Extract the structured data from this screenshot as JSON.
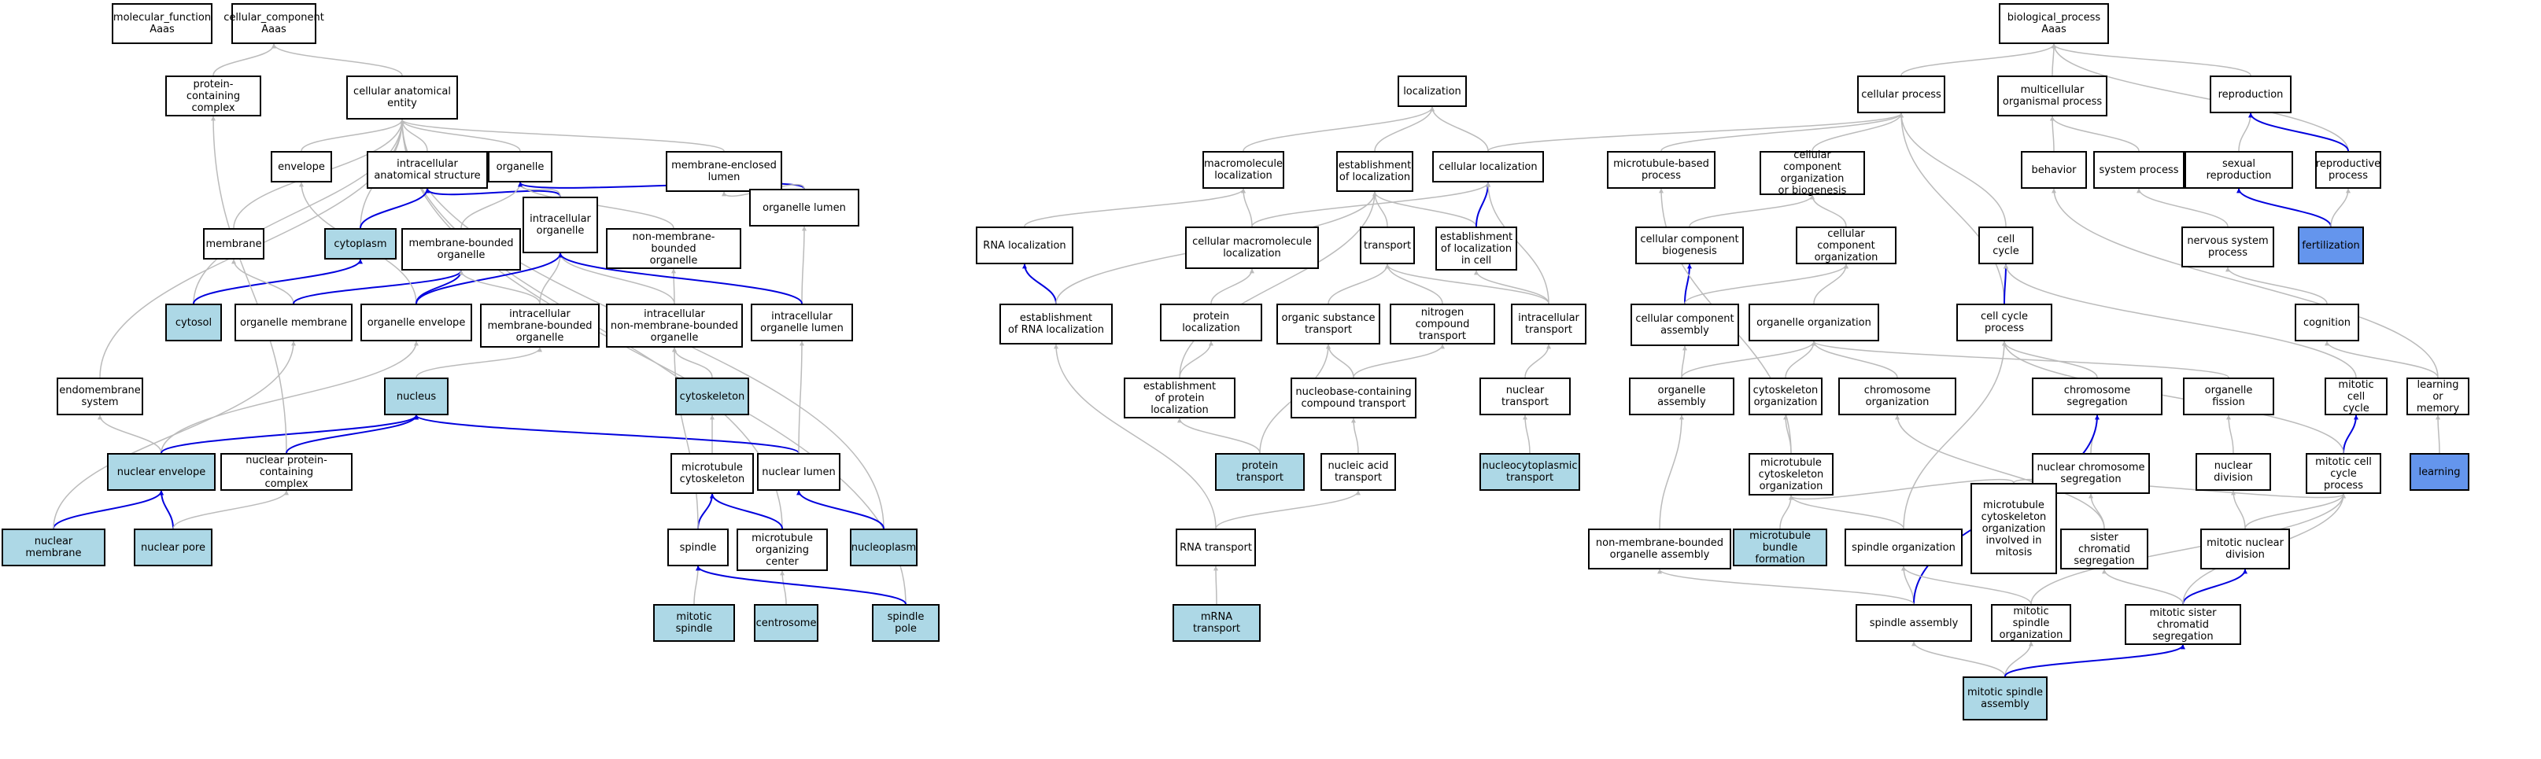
{
  "colors": {
    "node_fill": "#ffffff",
    "highlight_fill": "#add8e6",
    "strong_highlight_fill": "#6495ed",
    "edge_gray": "#bbbbbb",
    "edge_blue": "#0000dd"
  },
  "nodes": [
    {
      "id": "mf",
      "label": "molecular_function\nAaas",
      "style": "plain"
    },
    {
      "id": "cc",
      "label": "cellular_component\nAaas",
      "style": "plain"
    },
    {
      "id": "pcc",
      "label": "protein-containing\ncomplex",
      "style": "plain"
    },
    {
      "id": "cae",
      "label": "cellular anatomical\nentity",
      "style": "plain"
    },
    {
      "id": "envelope",
      "label": "envelope",
      "style": "plain"
    },
    {
      "id": "ias",
      "label": "intracellular\nanatomical structure",
      "style": "plain"
    },
    {
      "id": "organelle",
      "label": "organelle",
      "style": "plain"
    },
    {
      "id": "mel",
      "label": "membrane-enclosed\nlumen",
      "style": "plain"
    },
    {
      "id": "membrane",
      "label": "membrane",
      "style": "plain"
    },
    {
      "id": "cytoplasm",
      "label": "cytoplasm",
      "style": "hl"
    },
    {
      "id": "mbo",
      "label": "membrane-bounded\norganelle",
      "style": "plain"
    },
    {
      "id": "io",
      "label": "intracellular\norganelle",
      "style": "plain"
    },
    {
      "id": "nmbo",
      "label": "non-membrane-bounded\norganelle",
      "style": "plain"
    },
    {
      "id": "ol",
      "label": "organelle lumen",
      "style": "plain"
    },
    {
      "id": "cytosol",
      "label": "cytosol",
      "style": "hl"
    },
    {
      "id": "om",
      "label": "organelle membrane",
      "style": "plain"
    },
    {
      "id": "oe",
      "label": "organelle envelope",
      "style": "plain"
    },
    {
      "id": "imbo",
      "label": "intracellular\nmembrane-bounded\norganelle",
      "style": "plain"
    },
    {
      "id": "inmbo",
      "label": "intracellular\nnon-membrane-bounded\norganelle",
      "style": "plain"
    },
    {
      "id": "iol",
      "label": "intracellular\norganelle lumen",
      "style": "plain"
    },
    {
      "id": "ems",
      "label": "endomembrane\nsystem",
      "style": "plain"
    },
    {
      "id": "nucleus",
      "label": "nucleus",
      "style": "hl"
    },
    {
      "id": "cytoskeleton",
      "label": "cytoskeleton",
      "style": "hl"
    },
    {
      "id": "ne",
      "label": "nuclear envelope",
      "style": "hl"
    },
    {
      "id": "npcc",
      "label": "nuclear protein-containing\ncomplex",
      "style": "plain"
    },
    {
      "id": "mtcs",
      "label": "microtubule\ncytoskeleton",
      "style": "plain"
    },
    {
      "id": "nl",
      "label": "nuclear lumen",
      "style": "plain"
    },
    {
      "id": "nm",
      "label": "nuclear membrane",
      "style": "hl"
    },
    {
      "id": "np",
      "label": "nuclear pore",
      "style": "hl"
    },
    {
      "id": "spindle",
      "label": "spindle",
      "style": "plain"
    },
    {
      "id": "moc",
      "label": "microtubule\norganizing center",
      "style": "plain"
    },
    {
      "id": "nucleoplasm",
      "label": "nucleoplasm",
      "style": "hl"
    },
    {
      "id": "ms",
      "label": "mitotic spindle",
      "style": "hl"
    },
    {
      "id": "centrosome",
      "label": "centrosome",
      "style": "hl"
    },
    {
      "id": "sp",
      "label": "spindle pole",
      "style": "hl"
    },
    {
      "id": "loc",
      "label": "localization",
      "style": "plain"
    },
    {
      "id": "mloc",
      "label": "macromolecule\nlocalization",
      "style": "plain"
    },
    {
      "id": "eloc",
      "label": "establishment\nof localization",
      "style": "plain"
    },
    {
      "id": "cloc",
      "label": "cellular localization",
      "style": "plain"
    },
    {
      "id": "rnaloc",
      "label": "RNA localization",
      "style": "plain"
    },
    {
      "id": "cmloc",
      "label": "cellular macromolecule\nlocalization",
      "style": "plain"
    },
    {
      "id": "transport",
      "label": "transport",
      "style": "plain"
    },
    {
      "id": "elic",
      "label": "establishment\nof localization\nin cell",
      "style": "plain"
    },
    {
      "id": "erna",
      "label": "establishment\nof RNA localization",
      "style": "plain"
    },
    {
      "id": "ploc",
      "label": "protein localization",
      "style": "plain"
    },
    {
      "id": "ost",
      "label": "organic substance\ntransport",
      "style": "plain"
    },
    {
      "id": "nct",
      "label": "nitrogen compound\ntransport",
      "style": "plain"
    },
    {
      "id": "it",
      "label": "intracellular\ntransport",
      "style": "plain"
    },
    {
      "id": "eploc",
      "label": "establishment\nof protein localization",
      "style": "plain"
    },
    {
      "id": "ncct",
      "label": "nucleobase-containing\ncompound transport",
      "style": "plain"
    },
    {
      "id": "nt",
      "label": "nuclear transport",
      "style": "plain"
    },
    {
      "id": "pt",
      "label": "protein transport",
      "style": "hl"
    },
    {
      "id": "nat",
      "label": "nucleic acid\ntransport",
      "style": "plain"
    },
    {
      "id": "nct2",
      "label": "nucleocytoplasmic\ntransport",
      "style": "hl"
    },
    {
      "id": "rnat",
      "label": "RNA transport",
      "style": "plain"
    },
    {
      "id": "mrnat",
      "label": "mRNA transport",
      "style": "hl"
    },
    {
      "id": "bp",
      "label": "biological_process\nAaas",
      "style": "plain"
    },
    {
      "id": "cp",
      "label": "cellular process",
      "style": "plain"
    },
    {
      "id": "mop",
      "label": "multicellular\norganismal process",
      "style": "plain"
    },
    {
      "id": "repro",
      "label": "reproduction",
      "style": "plain"
    },
    {
      "id": "mbp",
      "label": "microtubule-based\nprocess",
      "style": "plain"
    },
    {
      "id": "ccob",
      "label": "cellular component\norganization\nor biogenesis",
      "style": "plain"
    },
    {
      "id": "behavior",
      "label": "behavior",
      "style": "plain"
    },
    {
      "id": "sysp",
      "label": "system process",
      "style": "plain"
    },
    {
      "id": "sexr",
      "label": "sexual reproduction",
      "style": "plain"
    },
    {
      "id": "rp",
      "label": "reproductive\nprocess",
      "style": "plain"
    },
    {
      "id": "ccb",
      "label": "cellular component\nbiogenesis",
      "style": "plain"
    },
    {
      "id": "cco",
      "label": "cellular component\norganization",
      "style": "plain"
    },
    {
      "id": "cellcycle",
      "label": "cell cycle",
      "style": "plain"
    },
    {
      "id": "nsp",
      "label": "nervous system\nprocess",
      "style": "plain"
    },
    {
      "id": "fert",
      "label": "fertilization",
      "style": "hl2"
    },
    {
      "id": "cca",
      "label": "cellular component\nassembly",
      "style": "plain"
    },
    {
      "id": "oo",
      "label": "organelle organization",
      "style": "plain"
    },
    {
      "id": "ccp",
      "label": "cell cycle process",
      "style": "plain"
    },
    {
      "id": "cognition",
      "label": "cognition",
      "style": "plain"
    },
    {
      "id": "oa",
      "label": "organelle assembly",
      "style": "plain"
    },
    {
      "id": "cso",
      "label": "cytoskeleton\norganization",
      "style": "plain"
    },
    {
      "id": "chro",
      "label": "chromosome organization",
      "style": "plain"
    },
    {
      "id": "chrs",
      "label": "chromosome segregation",
      "style": "plain"
    },
    {
      "id": "of",
      "label": "organelle fission",
      "style": "plain"
    },
    {
      "id": "mcc",
      "label": "mitotic cell\ncycle",
      "style": "plain"
    },
    {
      "id": "lm",
      "label": "learning or\nmemory",
      "style": "plain"
    },
    {
      "id": "mcso",
      "label": "microtubule\ncytoskeleton\norganization",
      "style": "plain"
    },
    {
      "id": "ncs",
      "label": "nuclear chromosome\nsegregation",
      "style": "plain"
    },
    {
      "id": "nd",
      "label": "nuclear division",
      "style": "plain"
    },
    {
      "id": "mccp",
      "label": "mitotic cell\ncycle process",
      "style": "plain"
    },
    {
      "id": "learning",
      "label": "learning",
      "style": "hl2"
    },
    {
      "id": "nmboa",
      "label": "non-membrane-bounded\norganelle assembly",
      "style": "plain"
    },
    {
      "id": "mbf",
      "label": "microtubule\nbundle formation",
      "style": "hl"
    },
    {
      "id": "so",
      "label": "spindle organization",
      "style": "plain"
    },
    {
      "id": "mcsoim",
      "label": "microtubule\ncytoskeleton\norganization\ninvolved in\nmitosis",
      "style": "plain"
    },
    {
      "id": "scs",
      "label": "sister chromatid\nsegregation",
      "style": "plain"
    },
    {
      "id": "mnd",
      "label": "mitotic nuclear\ndivision",
      "style": "plain"
    },
    {
      "id": "sa",
      "label": "spindle assembly",
      "style": "plain"
    },
    {
      "id": "mso",
      "label": "mitotic spindle\norganization",
      "style": "plain"
    },
    {
      "id": "mscs",
      "label": "mitotic sister\nchromatid segregation",
      "style": "plain"
    },
    {
      "id": "msa",
      "label": "mitotic spindle\nassembly",
      "style": "hl"
    }
  ],
  "edges": [
    [
      "pcc",
      "cc",
      "g"
    ],
    [
      "cae",
      "cc",
      "g"
    ],
    [
      "envelope",
      "cae",
      "g"
    ],
    [
      "ias",
      "cae",
      "g"
    ],
    [
      "organelle",
      "cae",
      "g"
    ],
    [
      "mel",
      "cae",
      "g"
    ],
    [
      "membrane",
      "cae",
      "g"
    ],
    [
      "cytoplasm",
      "cae",
      "g"
    ],
    [
      "cytosol",
      "cae",
      "g"
    ],
    [
      "ems",
      "cae",
      "g"
    ],
    [
      "nucleoplasm",
      "cae",
      "g"
    ],
    [
      "sp",
      "cae",
      "g"
    ],
    [
      "moc",
      "cae",
      "g"
    ],
    [
      "cytoplasm",
      "ias",
      "b"
    ],
    [
      "cytosol",
      "cytoplasm",
      "b"
    ],
    [
      "io",
      "ias",
      "b"
    ],
    [
      "mbo",
      "organelle",
      "g"
    ],
    [
      "io",
      "organelle",
      "g"
    ],
    [
      "nmbo",
      "organelle",
      "g"
    ],
    [
      "ol",
      "organelle",
      "b"
    ],
    [
      "ol",
      "mel",
      "g"
    ],
    [
      "om",
      "membrane",
      "g"
    ],
    [
      "om",
      "mbo",
      "b"
    ],
    [
      "oe",
      "envelope",
      "g"
    ],
    [
      "oe",
      "mbo",
      "b"
    ],
    [
      "oe",
      "io",
      "b"
    ],
    [
      "imbo",
      "mbo",
      "g"
    ],
    [
      "imbo",
      "io",
      "g"
    ],
    [
      "inmbo",
      "io",
      "g"
    ],
    [
      "inmbo",
      "nmbo",
      "g"
    ],
    [
      "iol",
      "ol",
      "g"
    ],
    [
      "iol",
      "io",
      "b"
    ],
    [
      "ne",
      "ems",
      "g"
    ],
    [
      "ne",
      "oe",
      "g"
    ],
    [
      "ne",
      "nucleus",
      "b"
    ],
    [
      "nm",
      "ne",
      "b"
    ],
    [
      "nm",
      "om",
      "g"
    ],
    [
      "np",
      "ne",
      "b"
    ],
    [
      "np",
      "npcc",
      "g"
    ],
    [
      "npcc",
      "pcc",
      "g"
    ],
    [
      "npcc",
      "nucleus",
      "b"
    ],
    [
      "nucleus",
      "imbo",
      "g"
    ],
    [
      "cytoskeleton",
      "inmbo",
      "g"
    ],
    [
      "mtcs",
      "cytoskeleton",
      "g"
    ],
    [
      "nl",
      "nucleus",
      "b"
    ],
    [
      "nl",
      "iol",
      "g"
    ],
    [
      "nucleoplasm",
      "nl",
      "b"
    ],
    [
      "spindle",
      "mtcs",
      "b"
    ],
    [
      "spindle",
      "inmbo",
      "g"
    ],
    [
      "moc",
      "mtcs",
      "b"
    ],
    [
      "ms",
      "spindle",
      "g"
    ],
    [
      "centrosome",
      "moc",
      "g"
    ],
    [
      "sp",
      "spindle",
      "b"
    ],
    [
      "mloc",
      "loc",
      "g"
    ],
    [
      "eloc",
      "loc",
      "g"
    ],
    [
      "cloc",
      "loc",
      "g"
    ],
    [
      "rnaloc",
      "mloc",
      "g"
    ],
    [
      "cmloc",
      "mloc",
      "g"
    ],
    [
      "cmloc",
      "cloc",
      "g"
    ],
    [
      "transport",
      "eloc",
      "g"
    ],
    [
      "elic",
      "eloc",
      "g"
    ],
    [
      "elic",
      "cloc",
      "b"
    ],
    [
      "erna",
      "rnaloc",
      "b"
    ],
    [
      "erna",
      "eloc",
      "g"
    ],
    [
      "ploc",
      "cmloc",
      "g"
    ],
    [
      "ost",
      "transport",
      "g"
    ],
    [
      "nct",
      "transport",
      "g"
    ],
    [
      "it",
      "transport",
      "g"
    ],
    [
      "it",
      "elic",
      "g"
    ],
    [
      "it",
      "cloc",
      "g"
    ],
    [
      "eploc",
      "ploc",
      "g"
    ],
    [
      "eploc",
      "eloc",
      "g"
    ],
    [
      "ncct",
      "ost",
      "g"
    ],
    [
      "ncct",
      "nct",
      "g"
    ],
    [
      "nt",
      "it",
      "g"
    ],
    [
      "pt",
      "eploc",
      "g"
    ],
    [
      "pt",
      "ost",
      "g"
    ],
    [
      "nat",
      "ncct",
      "g"
    ],
    [
      "nct2",
      "nt",
      "g"
    ],
    [
      "rnat",
      "nat",
      "g"
    ],
    [
      "rnat",
      "erna",
      "g"
    ],
    [
      "mrnat",
      "rnat",
      "g"
    ],
    [
      "cp",
      "bp",
      "g"
    ],
    [
      "mop",
      "bp",
      "g"
    ],
    [
      "repro",
      "bp",
      "g"
    ],
    [
      "rp",
      "bp",
      "g"
    ],
    [
      "mbp",
      "cp",
      "g"
    ],
    [
      "ccob",
      "cp",
      "g"
    ],
    [
      "cloc",
      "cp",
      "g"
    ],
    [
      "cellcycle",
      "cp",
      "g"
    ],
    [
      "ccp",
      "cp",
      "g"
    ],
    [
      "behavior",
      "mop",
      "g"
    ],
    [
      "sysp",
      "mop",
      "g"
    ],
    [
      "sexr",
      "repro",
      "g"
    ],
    [
      "rp",
      "repro",
      "b"
    ],
    [
      "fert",
      "sexr",
      "b"
    ],
    [
      "fert",
      "rp",
      "g"
    ],
    [
      "ccb",
      "ccob",
      "g"
    ],
    [
      "cco",
      "ccob",
      "g"
    ],
    [
      "nsp",
      "sysp",
      "g"
    ],
    [
      "cca",
      "ccb",
      "b"
    ],
    [
      "cca",
      "cco",
      "g"
    ],
    [
      "oo",
      "cco",
      "g"
    ],
    [
      "ccp",
      "cellcycle",
      "b"
    ],
    [
      "mcc",
      "cellcycle",
      "g"
    ],
    [
      "cognition",
      "nsp",
      "g"
    ],
    [
      "lm",
      "cognition",
      "g"
    ],
    [
      "lm",
      "behavior",
      "g"
    ],
    [
      "learning",
      "lm",
      "g"
    ],
    [
      "oa",
      "oo",
      "g"
    ],
    [
      "oa",
      "cca",
      "g"
    ],
    [
      "cso",
      "oo",
      "g"
    ],
    [
      "chro",
      "oo",
      "g"
    ],
    [
      "of",
      "oo",
      "g"
    ],
    [
      "chrs",
      "ccp",
      "g"
    ],
    [
      "mccp",
      "mcc",
      "b"
    ],
    [
      "mcso",
      "cso",
      "g"
    ],
    [
      "mcso",
      "mbp",
      "g"
    ],
    [
      "ncs",
      "chrs",
      "g"
    ],
    [
      "nd",
      "of",
      "g"
    ],
    [
      "mccp",
      "ccp",
      "g"
    ],
    [
      "nmboa",
      "oa",
      "g"
    ],
    [
      "mbf",
      "mcso",
      "g"
    ],
    [
      "so",
      "mcso",
      "g"
    ],
    [
      "so",
      "ccp",
      "g"
    ],
    [
      "mcsoim",
      "mcso",
      "g"
    ],
    [
      "mcsoim",
      "mccp",
      "g"
    ],
    [
      "scs",
      "ncs",
      "g"
    ],
    [
      "scs",
      "chro",
      "g"
    ],
    [
      "mnd",
      "nd",
      "g"
    ],
    [
      "mnd",
      "mccp",
      "g"
    ],
    [
      "sa",
      "so",
      "g"
    ],
    [
      "sa",
      "chrs",
      "b"
    ],
    [
      "sa",
      "nmboa",
      "g"
    ],
    [
      "mso",
      "so",
      "g"
    ],
    [
      "mso",
      "mccp",
      "g"
    ],
    [
      "mscs",
      "scs",
      "g"
    ],
    [
      "mscs",
      "mnd",
      "b"
    ],
    [
      "mscs",
      "mccp",
      "g"
    ],
    [
      "msa",
      "sa",
      "g"
    ],
    [
      "msa",
      "mso",
      "g"
    ],
    [
      "msa",
      "mscs",
      "b"
    ]
  ]
}
